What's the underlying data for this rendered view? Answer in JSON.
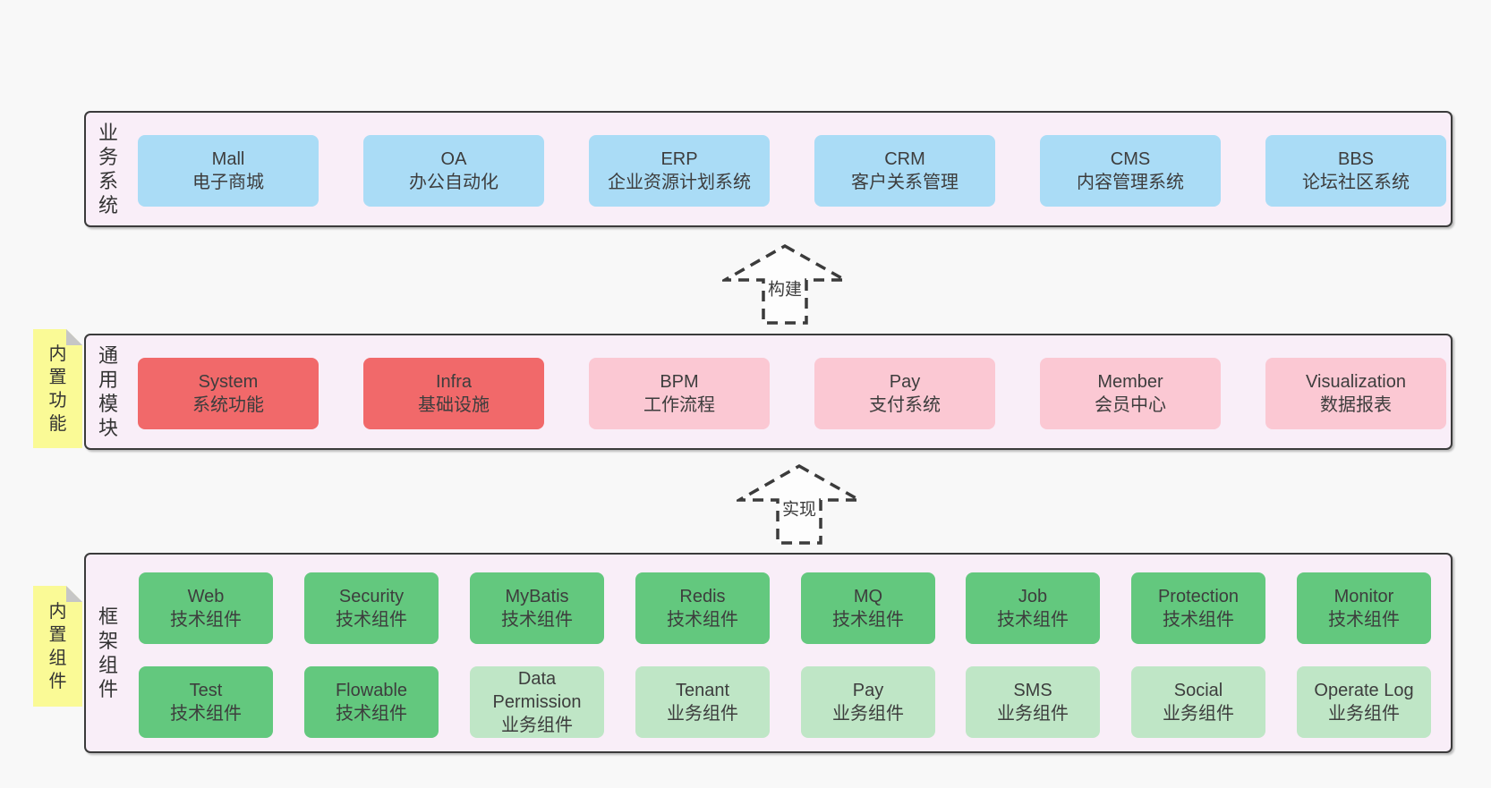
{
  "palette": {
    "page_bg": "#f8f8f8",
    "layer_bg": "#f9eef8",
    "layer_border": "#3b3b3b",
    "box_blue": "#aadcf6",
    "box_red": "#f1696a",
    "box_pink": "#fbc8d3",
    "box_green_dark": "#63c87e",
    "box_green_light": "#bfe6c6",
    "sticky_yellow": "#fafa96",
    "sticky_fold_gray": "#c6c6c6",
    "text": "#3d3d3d"
  },
  "layers": {
    "business": {
      "label": "业务系统",
      "boxes": [
        {
          "name": "Mall",
          "sub": "电子商城"
        },
        {
          "name": "OA",
          "sub": "办公自动化"
        },
        {
          "name": "ERP",
          "sub": "企业资源计划系统"
        },
        {
          "name": "CRM",
          "sub": "客户关系管理"
        },
        {
          "name": "CMS",
          "sub": "内容管理系统"
        },
        {
          "name": "BBS",
          "sub": "论坛社区系统"
        }
      ]
    },
    "modules": {
      "label": "通用模块",
      "sticky": "内置功能",
      "boxes": [
        {
          "name": "System",
          "sub": "系统功能",
          "variant": "red"
        },
        {
          "name": "Infra",
          "sub": "基础设施",
          "variant": "red"
        },
        {
          "name": "BPM",
          "sub": "工作流程",
          "variant": "pink"
        },
        {
          "name": "Pay",
          "sub": "支付系统",
          "variant": "pink"
        },
        {
          "name": "Member",
          "sub": "会员中心",
          "variant": "pink"
        },
        {
          "name": "Visualization",
          "sub": "数据报表",
          "variant": "pink"
        }
      ]
    },
    "components": {
      "label": "框架组件",
      "sticky": "内置组件",
      "row1": [
        {
          "name": "Web",
          "sub": "技术组件",
          "variant": "green-dark"
        },
        {
          "name": "Security",
          "sub": "技术组件",
          "variant": "green-dark"
        },
        {
          "name": "MyBatis",
          "sub": "技术组件",
          "variant": "green-dark"
        },
        {
          "name": "Redis",
          "sub": "技术组件",
          "variant": "green-dark"
        },
        {
          "name": "MQ",
          "sub": "技术组件",
          "variant": "green-dark"
        },
        {
          "name": "Job",
          "sub": "技术组件",
          "variant": "green-dark"
        },
        {
          "name": "Protection",
          "sub": "技术组件",
          "variant": "green-dark"
        },
        {
          "name": "Monitor",
          "sub": "技术组件",
          "variant": "green-dark"
        }
      ],
      "row2": [
        {
          "name": "Test",
          "sub": "技术组件",
          "variant": "green-dark"
        },
        {
          "name": "Flowable",
          "sub": "技术组件",
          "variant": "green-dark"
        },
        {
          "name": "Data Permission",
          "sub": "业务组件",
          "variant": "green-light"
        },
        {
          "name": "Tenant",
          "sub": "业务组件",
          "variant": "green-light"
        },
        {
          "name": "Pay",
          "sub": "业务组件",
          "variant": "green-light"
        },
        {
          "name": "SMS",
          "sub": "业务组件",
          "variant": "green-light"
        },
        {
          "name": "Social",
          "sub": "业务组件",
          "variant": "green-light"
        },
        {
          "name": "Operate Log",
          "sub": "业务组件",
          "variant": "green-light"
        }
      ]
    }
  },
  "arrows": [
    {
      "label": "构建"
    },
    {
      "label": "实现"
    }
  ]
}
